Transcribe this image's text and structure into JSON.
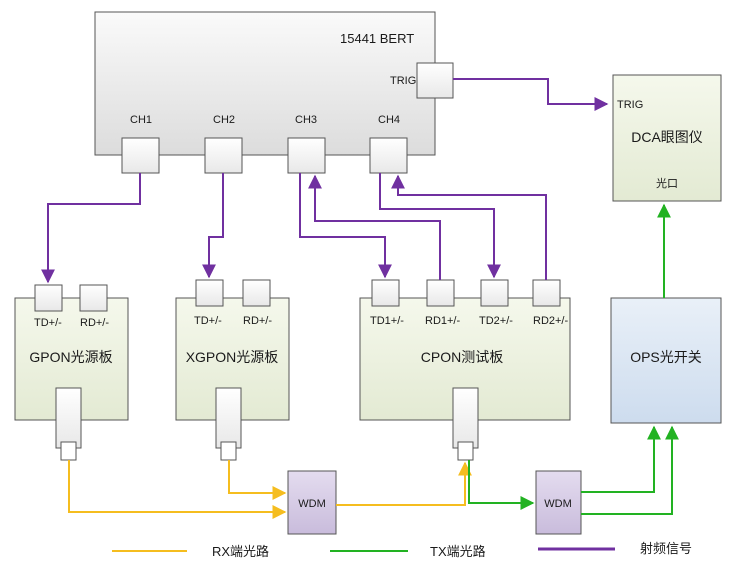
{
  "bert": {
    "title": "15441 BERT",
    "trig": "TRIG",
    "channels": [
      "CH1",
      "CH2",
      "CH3",
      "CH4"
    ]
  },
  "dca": {
    "title": "DCA眼图仪",
    "trig": "TRIG",
    "port": "光口"
  },
  "boards": {
    "gpon": {
      "title": "GPON光源板",
      "ports": [
        "TD+/-",
        "RD+/-"
      ]
    },
    "xgpon": {
      "title": "XGPON光源板",
      "ports": [
        "TD+/-",
        "RD+/-"
      ]
    },
    "cpon": {
      "title": "CPON测试板",
      "ports": [
        "TD1+/-",
        "RD1+/-",
        "TD2+/-",
        "RD2+/-"
      ]
    }
  },
  "ops": {
    "title": "OPS光开关"
  },
  "wdm": {
    "label": "WDM"
  },
  "legend": {
    "rx": "RX端光路",
    "tx": "TX端光路",
    "rf": "射频信号"
  },
  "colors": {
    "rx": "#f5bd1f",
    "tx": "#22b222",
    "rf": "#7030a0",
    "stroke": "#555555",
    "gray": "#e6e6e6",
    "olive": "#ebf1de",
    "blue": "#dbe7f3",
    "wdm": "#d6cce6"
  }
}
